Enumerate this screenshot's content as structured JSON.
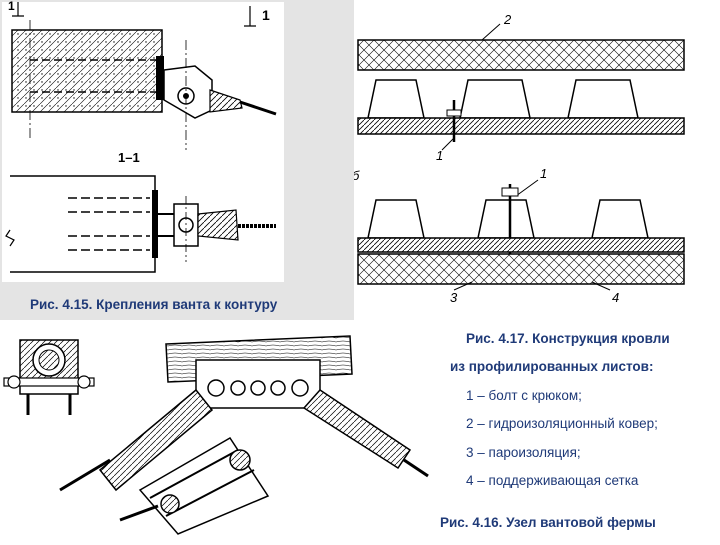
{
  "fig415": {
    "caption": "Рис. 4.15. Крепления ванта к контуру",
    "labels": {
      "marker_left": "1",
      "marker_right": "1",
      "section": "1–1"
    }
  },
  "fig417": {
    "labels": {
      "n1_top": "1",
      "n2": "2",
      "n1_bottom": "1",
      "n3": "3",
      "n4": "4",
      "b_marker": "б"
    },
    "caption_line1": "Рис. 4.17. Конструкция кровли",
    "caption_line2": "из профилированных листов:",
    "legend": [
      "1 – болт с крюком;",
      "2 – гидроизоляционный ковер;",
      "3 – пароизоляция;",
      "4 – поддерживающая сетка"
    ]
  },
  "fig416": {
    "caption": "Рис. 4.16. Узел вантовой фермы"
  }
}
